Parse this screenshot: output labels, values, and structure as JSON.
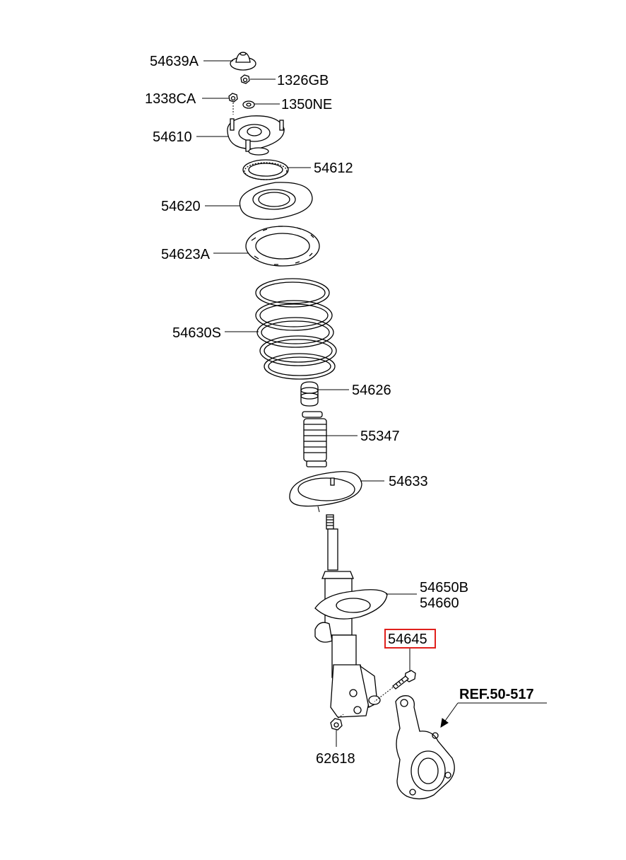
{
  "parts": {
    "p54639A": "54639A",
    "p1326GB": "1326GB",
    "p1338CA": "1338CA",
    "p1350NE": "1350NE",
    "p54610": "54610",
    "p54612": "54612",
    "p54620": "54620",
    "p54623A": "54623A",
    "p54630S": "54630S",
    "p54626": "54626",
    "p55347": "55347",
    "p54633": "54633",
    "p54650B": "54650B",
    "p54660": "54660",
    "p54645": "54645",
    "p62618": "62618",
    "ref": "REF.50-517"
  },
  "highlight": {
    "part": "54645",
    "color": "#e0201c"
  }
}
